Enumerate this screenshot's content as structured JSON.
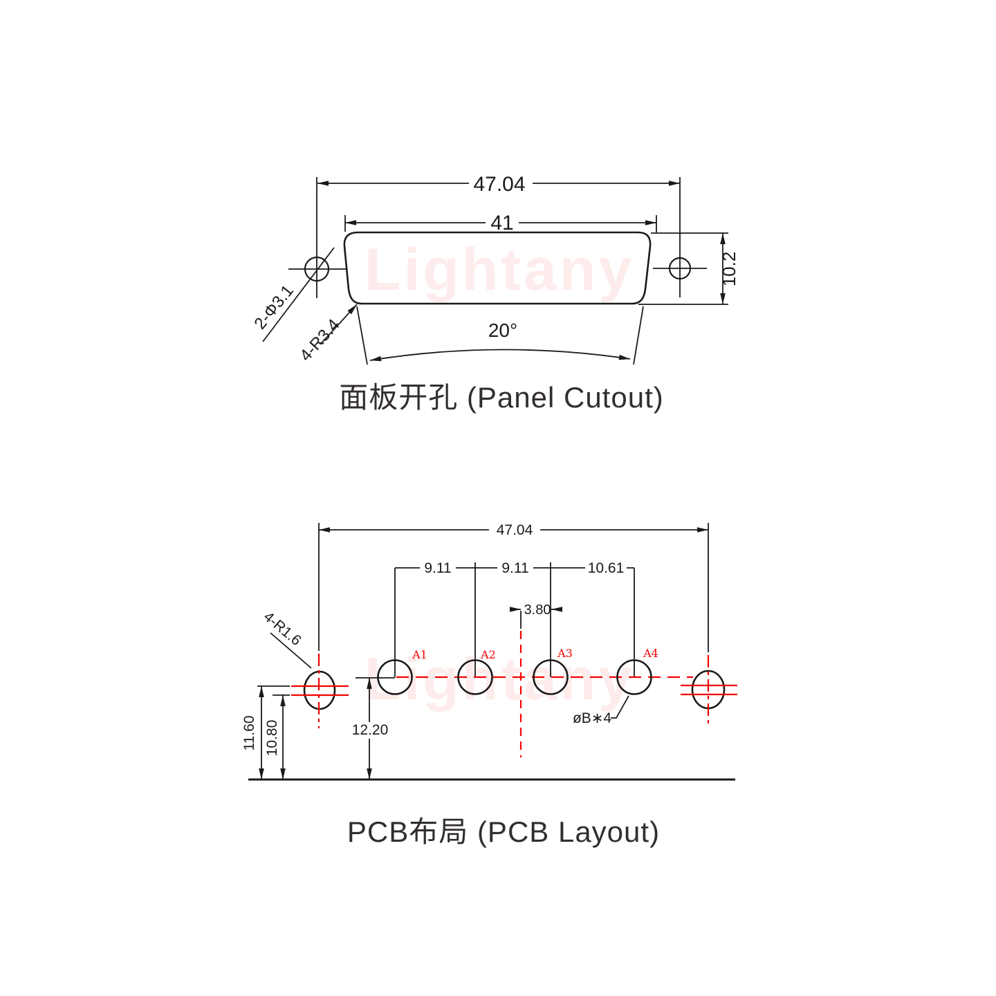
{
  "watermark": {
    "text": "Lightany"
  },
  "colors": {
    "line": "#1a1a1a",
    "accent_red": "#f40000",
    "watermark": "#fdeceb",
    "title": "#332e2e"
  },
  "panel": {
    "title": "面板开孔 (Panel Cutout)",
    "dims": {
      "outer_width": "47.04",
      "inner_width": "41",
      "height": "10.2",
      "angle": "20°"
    },
    "labels": {
      "holes": "2-Φ3.1",
      "corner_radius": "4-R3.4"
    }
  },
  "pcb": {
    "title": "PCB布局 (PCB Layout)",
    "dims": {
      "outer_width": "47.04",
      "pitch1": "9.11",
      "pitch2": "9.11",
      "pitch3": "10.61",
      "center_offset": "3.80",
      "row_to_edge": "12.20",
      "mount_upper": "11.60",
      "mount_lower": "10.80"
    },
    "labels": {
      "mount_radius": "4-R1.6",
      "pin_diameter": "øB∗4"
    },
    "pins": [
      "A1",
      "A2",
      "A3",
      "A4"
    ]
  }
}
